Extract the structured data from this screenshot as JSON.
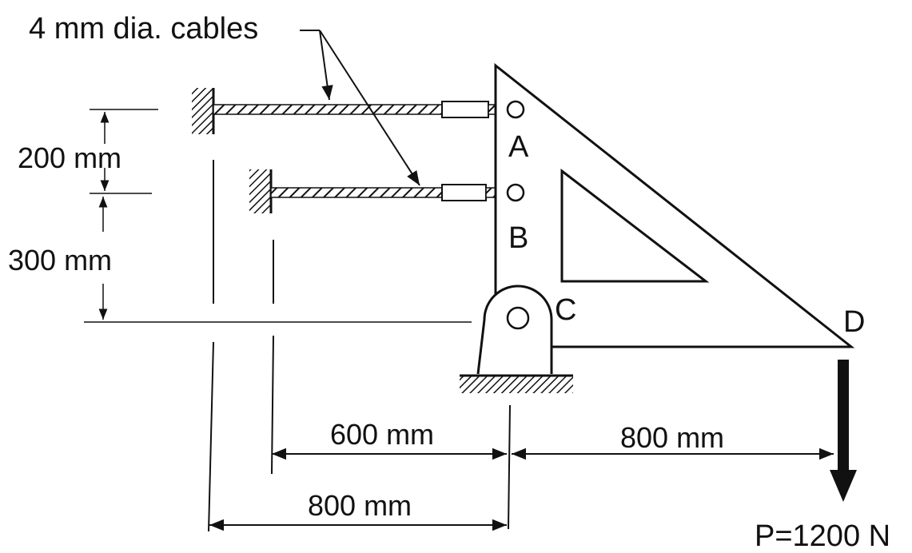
{
  "labels": {
    "cables": "4 mm dia. cables",
    "point_a": "A",
    "point_b": "B",
    "point_c": "C",
    "point_d": "D",
    "load": "P=1200 N"
  },
  "dimensions": {
    "spacing_ab": "200 mm",
    "spacing_bc": "300 mm",
    "cable_b_length": "600 mm",
    "cable_a_length": "800 mm",
    "c_to_d": "800 mm"
  }
}
